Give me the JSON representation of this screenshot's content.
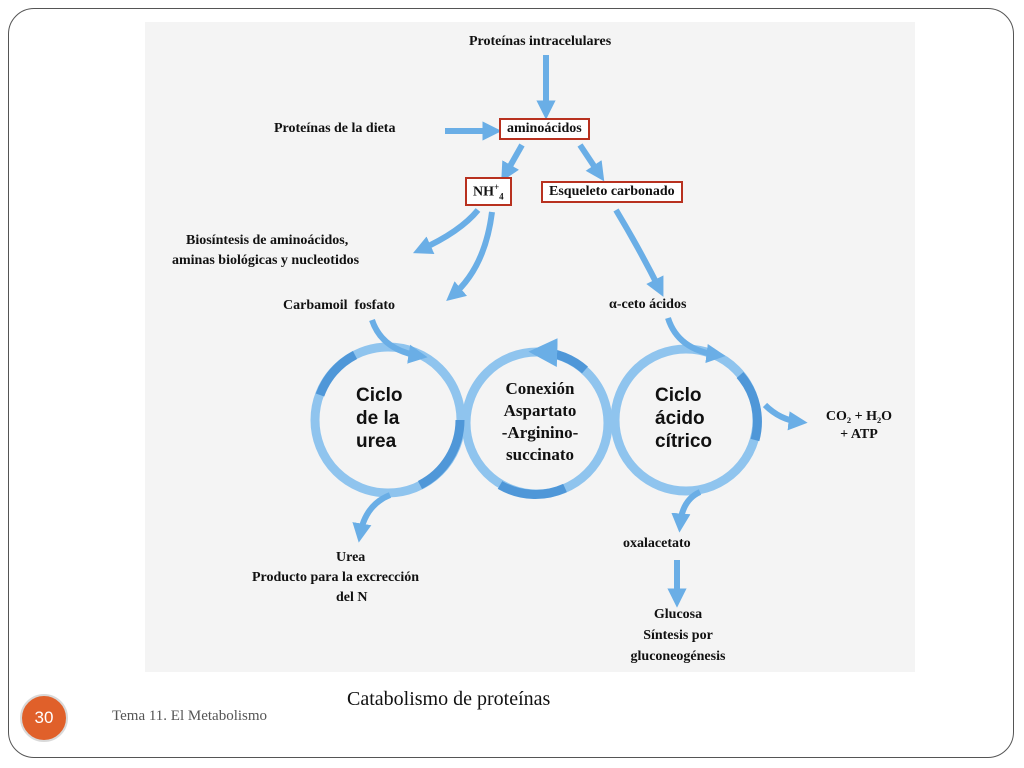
{
  "diagram": {
    "proteinas_intracelulares": "Proteínas intracelulares",
    "proteinas_dieta": "Proteínas de la dieta",
    "aminoacidos": "aminoácidos",
    "nh4": "NH",
    "nh4_sup": "+",
    "nh4_sub": "4",
    "esqueleto": "Esqueleto carbonado",
    "biosintesis_1": "Biosíntesis de aminoácidos,",
    "biosintesis_2": "aminas biológicas y nucleotidos",
    "carbamoil": "Carbamoil  fosfato",
    "ceto_acidos": "α-ceto ácidos",
    "ciclo_urea": [
      "Ciclo",
      "de la",
      "urea"
    ],
    "conexion": [
      "Conexión",
      "Aspartato",
      "-Arginino-",
      "succinato"
    ],
    "ciclo_citrico": [
      "Ciclo",
      "ácido",
      "cítrico"
    ],
    "co2_line1": "CO₂ + H₂O",
    "co2_line2": "+ ATP",
    "urea_1": "Urea",
    "urea_2": "Producto para la excrección",
    "urea_3": "del N",
    "oxalacetato": "oxalacetato",
    "glucosa_1": "Glucosa",
    "glucosa_2": "Síntesis por",
    "glucosa_3": "gluconeogénesis"
  },
  "caption": "Catabolismo de proteínas",
  "footer": "Tema 11. El Metabolismo",
  "page_number": "30",
  "colors": {
    "arrow": "#6aaee6",
    "box_border": "#b8311f",
    "badge": "#e0602a"
  }
}
